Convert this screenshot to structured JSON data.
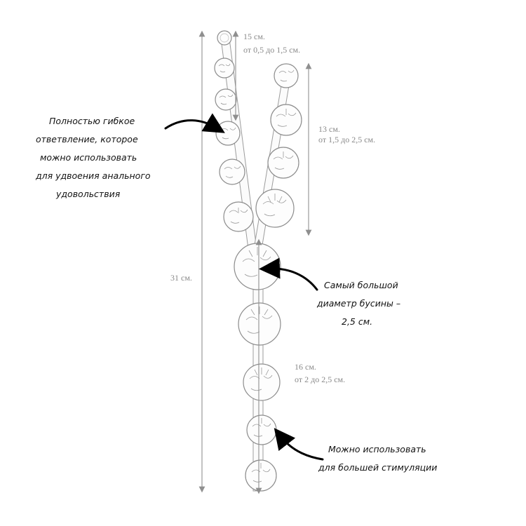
{
  "dimensions": {
    "branch_short": {
      "length": "15 см.",
      "diameter": "от 0,5 до 1,5 см."
    },
    "branch_long": {
      "length": "13 см.",
      "diameter": "от 1,5 до 2,5 см."
    },
    "total": {
      "length": "31 см."
    },
    "stem": {
      "length": "16 см.",
      "diameter": "от 2 до 2,5 см."
    }
  },
  "annotations": {
    "flexible_branch": [
      "Полностью гибкое",
      "ответвление, которое",
      "можно использовать",
      "для удвоения анального",
      "удовольствия"
    ],
    "largest_bead": [
      "Самый  большой",
      "диаметр бусины –",
      "2,5 см."
    ],
    "stimulation": [
      "Можно использовать",
      "для большей стимуляции"
    ]
  },
  "colors": {
    "outline": "#8c8c8c",
    "dimension_text": "#8a8a8a",
    "annotation_text": "#111111",
    "arrow": "#000000"
  }
}
